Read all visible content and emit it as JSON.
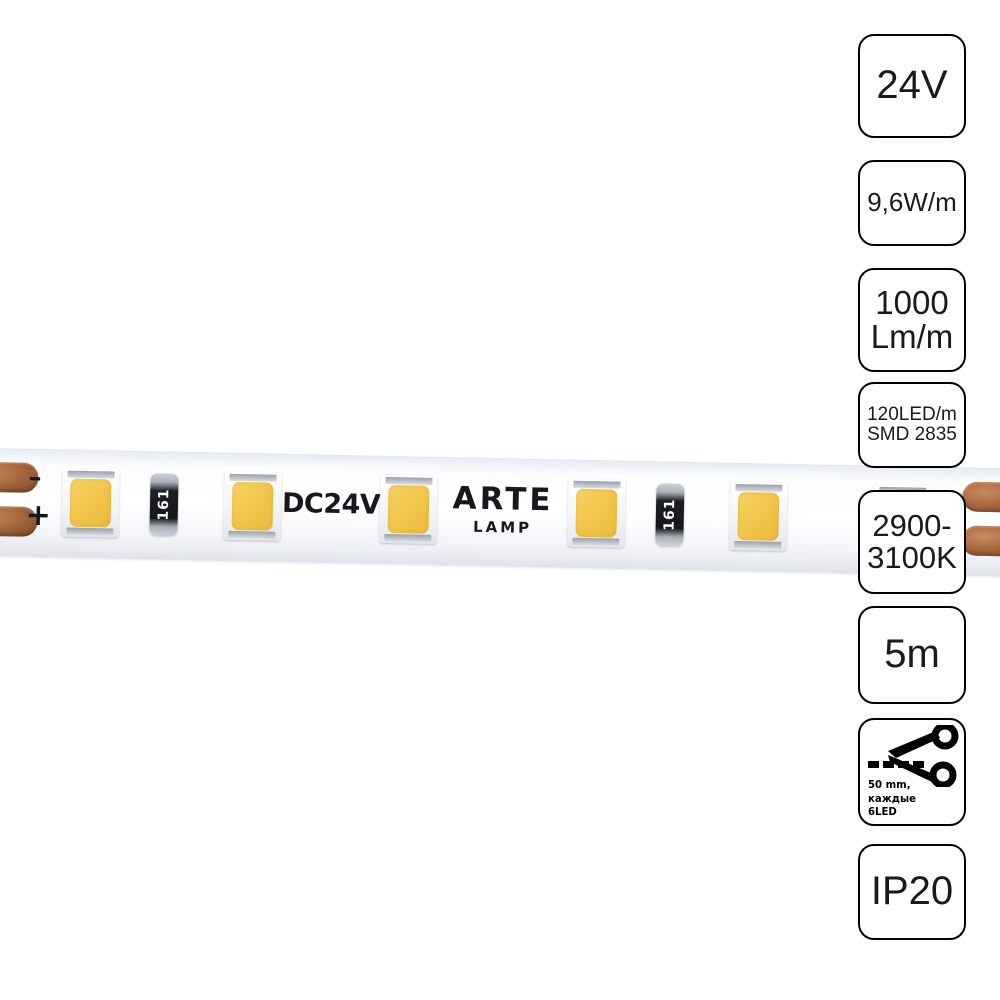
{
  "background_color": "#ffffff",
  "product": {
    "type": "led-strip",
    "brand_primary": "ARTE",
    "brand_secondary": "LAMP",
    "printed_voltage": "DC24V",
    "resistor_code": "161",
    "polarity_negative": "–",
    "polarity_positive": "+",
    "led_phosphor_color": "#f2c84e",
    "pad_color": "#a8693f",
    "led_count_visible": 6,
    "resistor_count_visible": 2
  },
  "badges": [
    {
      "name": "voltage",
      "lines": [
        "24V"
      ]
    },
    {
      "name": "power",
      "lines": [
        "9,6W/m"
      ]
    },
    {
      "name": "luminous-flux",
      "lines": [
        "1000",
        "Lm/m"
      ]
    },
    {
      "name": "led-density",
      "lines": [
        "120LED/m",
        "SMD 2835"
      ]
    },
    {
      "name": "color-temperature",
      "lines": [
        "2900-",
        "3100K"
      ]
    },
    {
      "name": "length",
      "lines": [
        "5m"
      ]
    },
    {
      "name": "cut-interval",
      "lines": [
        "50 mm, каждые",
        "6LED"
      ],
      "icon": "scissors-icon"
    },
    {
      "name": "ip-rating",
      "lines": [
        "IP20"
      ]
    }
  ]
}
